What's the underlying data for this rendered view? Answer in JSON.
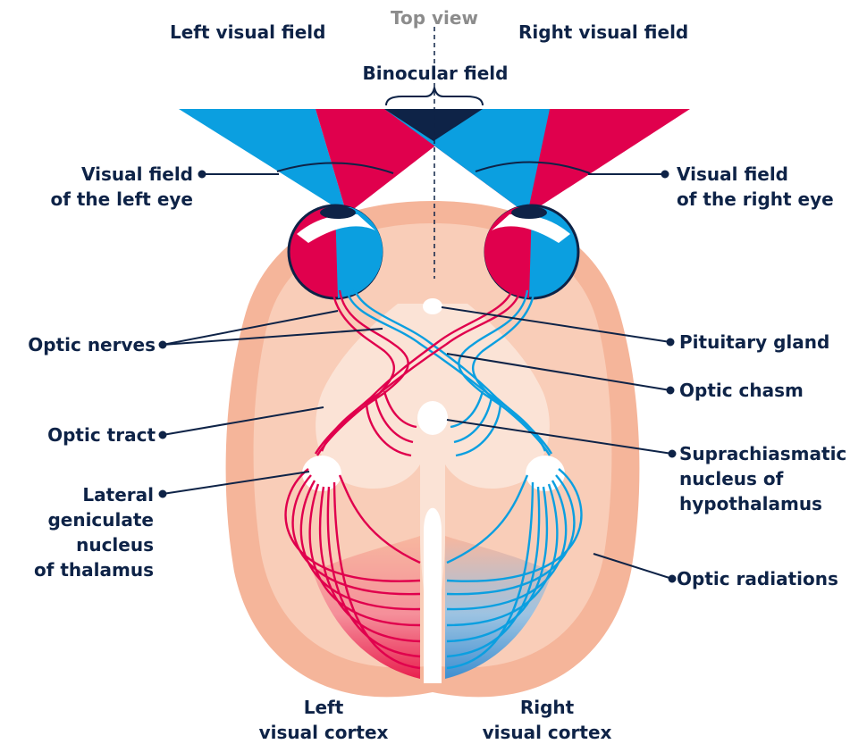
{
  "header": {
    "view_label": "Top view",
    "left_field": "Left visual field",
    "right_field": "Right visual field",
    "binocular": "Binocular field"
  },
  "labels": {
    "vf_left": [
      "Visual field",
      "of the left eye"
    ],
    "vf_right": [
      "Visual field",
      "of the right eye"
    ],
    "optic_nerves": "Optic nerves",
    "optic_tract": "Optic tract",
    "lgn": [
      "Lateral",
      "geniculate",
      "nucleus",
      "of thalamus"
    ],
    "pituitary": "Pituitary gland",
    "chiasm": "Optic chasm",
    "scn": [
      "Suprachiasmatic",
      "nucleus of",
      "hypothalamus"
    ],
    "radiations": "Optic radiations",
    "left_cortex": [
      "Left",
      "visual cortex"
    ],
    "right_cortex": [
      "Right",
      "visual cortex"
    ]
  },
  "colors": {
    "red": "#e0004d",
    "blue": "#0b9fe0",
    "navy": "#0e2347",
    "brain_outer": "#f5b59a",
    "brain_inner": "#f9cdb8",
    "label_grey": "#8c8c8c"
  }
}
